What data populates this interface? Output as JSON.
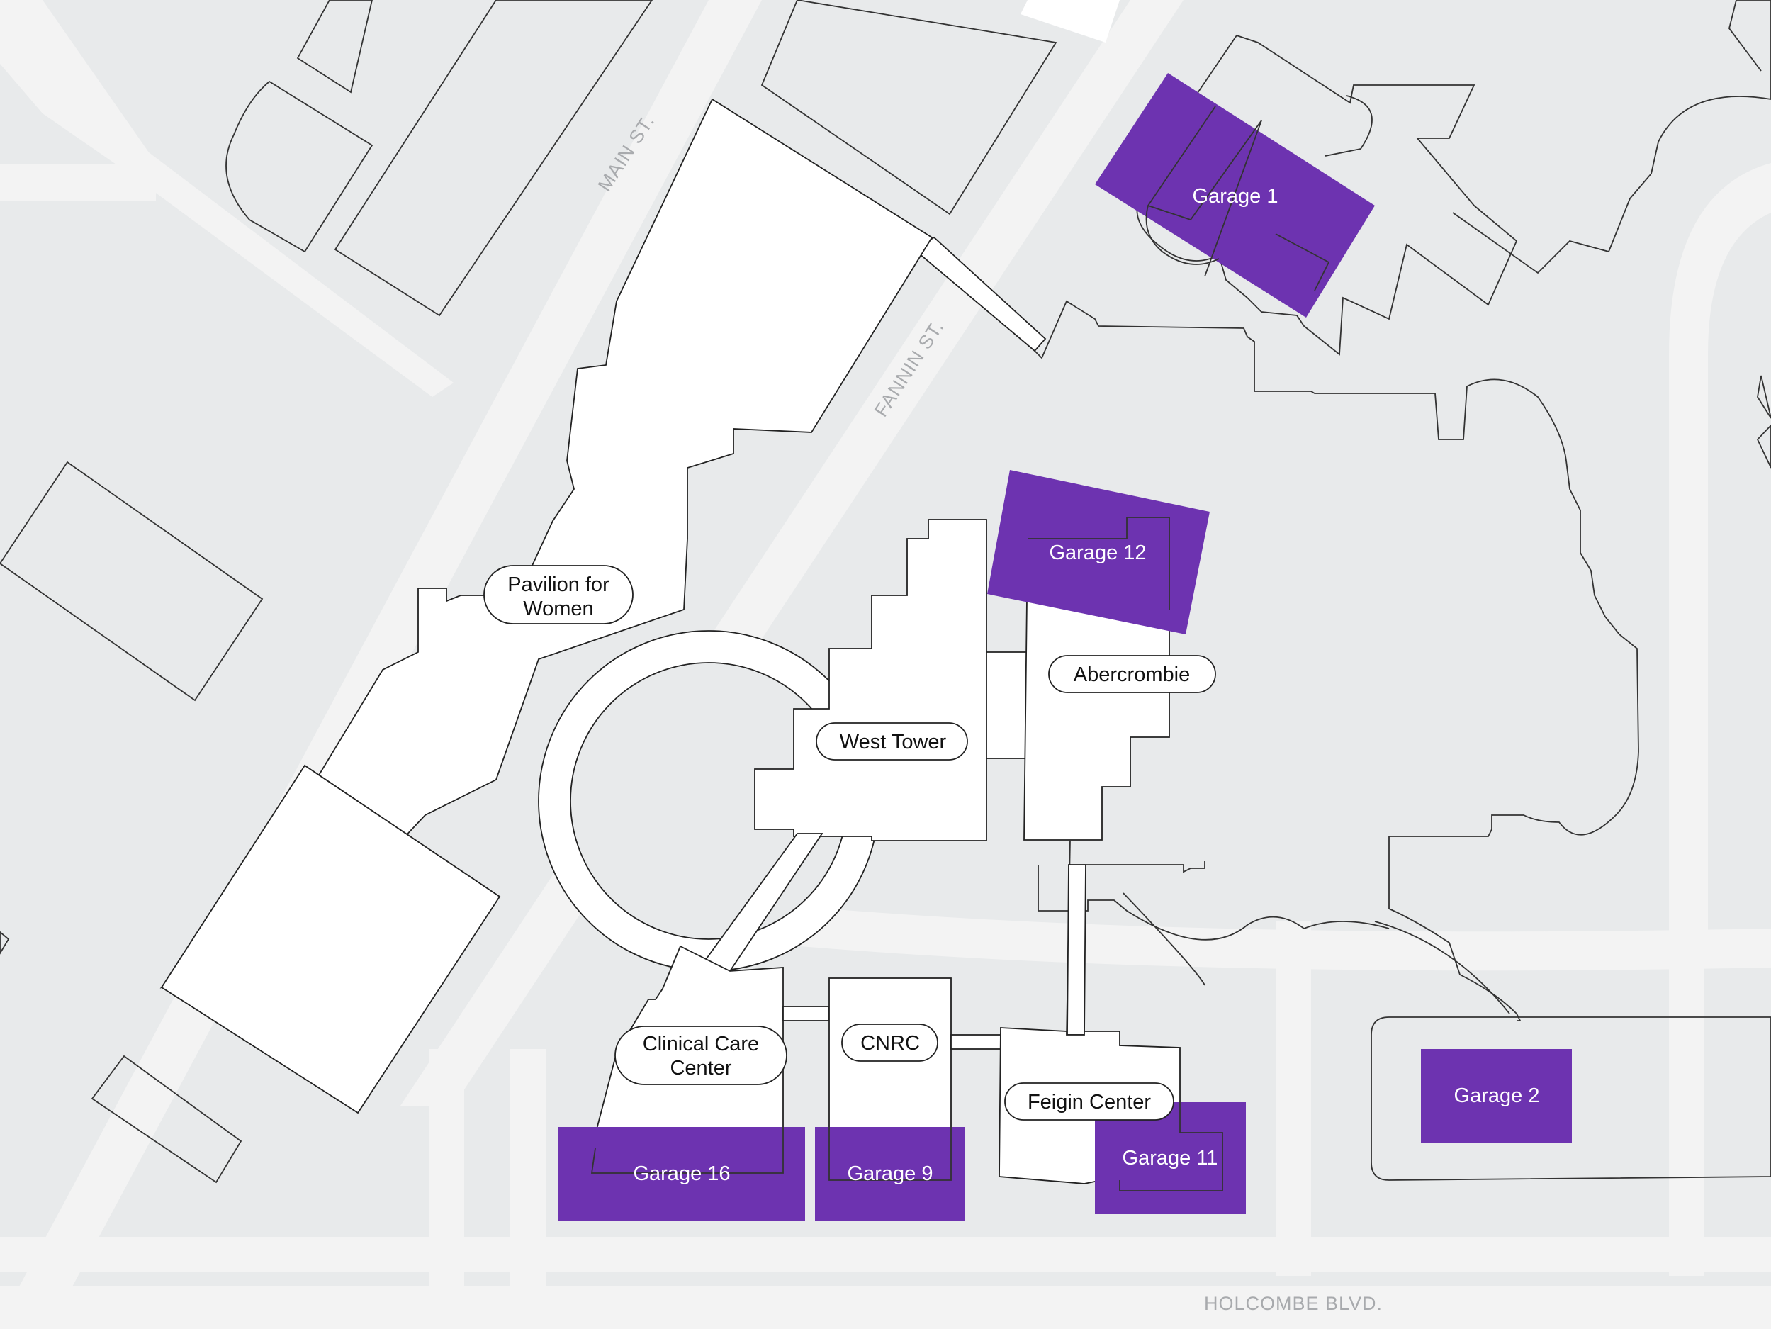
{
  "colors": {
    "background": "#e8eaeb",
    "road": "#f3f3f3",
    "building": "#ffffff",
    "garage": "#6d33b0",
    "garage_text": "#ffffff",
    "label_text": "#111111",
    "street_label": "#a8aaad"
  },
  "streets": {
    "main": "MAIN ST.",
    "fannin": "FANNIN ST.",
    "holcombe": "HOLCOMBE BLVD."
  },
  "buildings": {
    "pavilion": "Pavilion for\nWomen",
    "pavilion_line1": "Pavilion for",
    "pavilion_line2": "Women",
    "west_tower": "West Tower",
    "abercrombie": "Abercrombie",
    "clinical_line1": "Clinical Care",
    "clinical_line2": "Center",
    "cnrc": "CNRC",
    "feigin": "Feigin Center"
  },
  "garages": {
    "g1": "Garage 1",
    "g12": "Garage 12",
    "g16": "Garage 16",
    "g9": "Garage 9",
    "g11": "Garage 11",
    "g2": "Garage 2"
  }
}
